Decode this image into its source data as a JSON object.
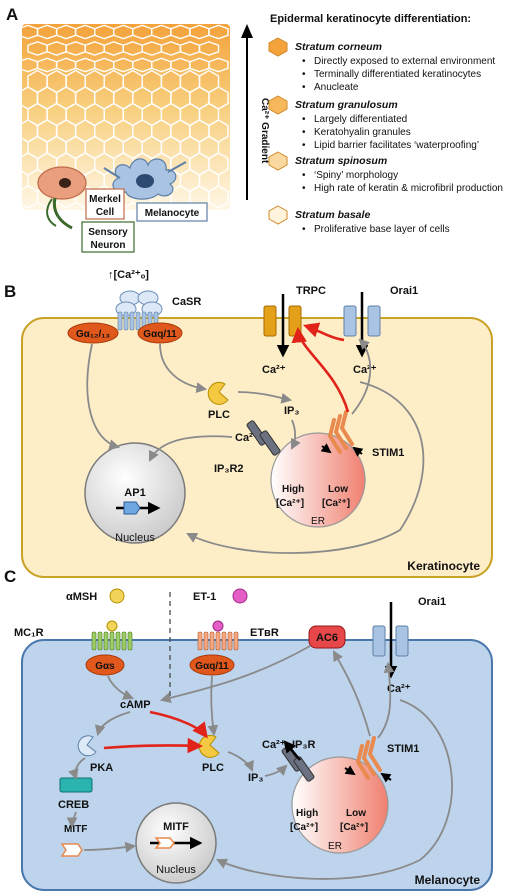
{
  "panels": {
    "a": "A",
    "b": "B",
    "c": "C"
  },
  "panelA": {
    "gradient_label": "Ca²⁺ Gradient",
    "merkel_cell": [
      "Merkel",
      "Cell"
    ],
    "melanocyte": "Melanocyte",
    "sensory_neuron": [
      "Sensory",
      "Neuron"
    ],
    "legend_title": "Epidermal keratinocyte differentiation:",
    "layers": [
      {
        "name": "Stratum corneum",
        "bullets": [
          "Directly exposed to external environment",
          "Terminally differentiated keratinocytes",
          "Anucleate"
        ]
      },
      {
        "name": "Stratum granulosum",
        "bullets": [
          "Largely differentiated",
          "Keratohyalin granules",
          "Lipid barrier facilitates ‘waterproofing’"
        ]
      },
      {
        "name": "Stratum spinosum",
        "bullets": [
          "‘Spiny’ morphology",
          "High rate of keratin & microfibril production"
        ]
      },
      {
        "name": "Stratum basale",
        "bullets": [
          "Proliferative base layer of cells"
        ]
      }
    ],
    "bullet_char": "•"
  },
  "panelB": {
    "ca_o": "↑[Ca²⁺ₒ]",
    "casr": "CaSR",
    "trpc": "TRPC",
    "orai1": "Orai1",
    "g1213": "Gα₁₂/₁₃",
    "gq11": "Gαq/11",
    "plc": "PLC",
    "ip3": "IP₃",
    "ca_a": "Ca²⁺",
    "ca_b": "Ca²⁺",
    "ca_c": "Ca²⁺",
    "ip3r2": "IP₃R2",
    "stim1": "STIM1",
    "high": "High",
    "low": "Low",
    "ca_high": "[Ca²⁺]",
    "ca_low": "[Ca²⁺]",
    "er": "ER",
    "ap1": "AP1",
    "nucleus": "Nucleus",
    "cell": "Keratinocyte"
  },
  "panelC": {
    "amsh": "αMSH",
    "et1": "ET-1",
    "mc1r": "MC₁R",
    "etbr": "ETʙR",
    "gs": "Gαs",
    "gq11": "Gαq/11",
    "ac6": "AC6",
    "orai1": "Orai1",
    "ca_a": "Ca²⁺",
    "camp": "cAMP",
    "pka": "PKA",
    "plc": "PLC",
    "creb": "CREB",
    "ip3": "IP₃",
    "ca_b": "Ca²⁺",
    "ip3r": "IP₃R",
    "stim1": "STIM1",
    "high": "High",
    "low": "Low",
    "ca_high": "[Ca²⁺]",
    "ca_low": "[Ca²⁺]",
    "er": "ER",
    "mitf_cyto": "MITF",
    "mitf_nuc": "MITF",
    "nucleus": "Nucleus",
    "cell": "Melanocyte"
  }
}
